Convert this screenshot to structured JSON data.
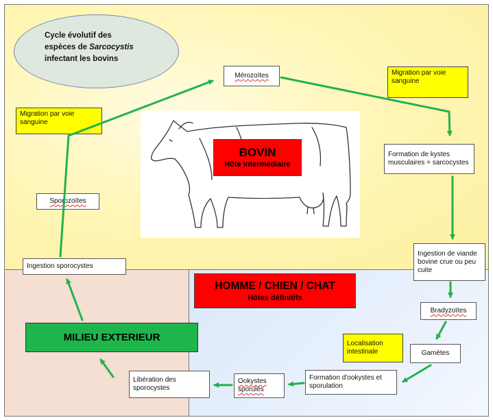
{
  "title": {
    "line1": "Cycle évolutif des",
    "line2_prefix": "espèces de ",
    "line2_italic": "Sarcocystis",
    "line3": "infectant les bovins"
  },
  "hosts": {
    "bovin_title": "BOVIN",
    "bovin_subtitle": "Hôte intermédiaire",
    "definitive_title": "HOMME / CHIEN / CHAT",
    "definitive_subtitle": "Hôtes définitifs",
    "environment": "MILIEU EXTERIEUR"
  },
  "stages": {
    "merozoites": "Mérozoïtes",
    "migration_right": "Migration par voie sanguine",
    "kystes": "Formation de kystes musculaires = sarcocystes",
    "ingestion_viande": "Ingestion de viande bovine crue ou peu cuite",
    "bradyzoites": "Bradyzoïtes",
    "localisation": "Localisation intestinale",
    "gametes": "Gamètes",
    "formation_ookystes": "Formation d'ookystes et sporulation",
    "ookystes": "Ookystes sporulés",
    "liberation": "Libération des sporocystes",
    "ingestion_sporocystes": "Ingestion sporocystes",
    "sporozoites": "Sporozoïtes",
    "migration_left": "Migration par voie sanguine"
  },
  "colors": {
    "arrow": "#22b14c",
    "yellow_label": "#ffff00",
    "host_red": "#ff0000",
    "environment_green": "#1eb64c"
  }
}
